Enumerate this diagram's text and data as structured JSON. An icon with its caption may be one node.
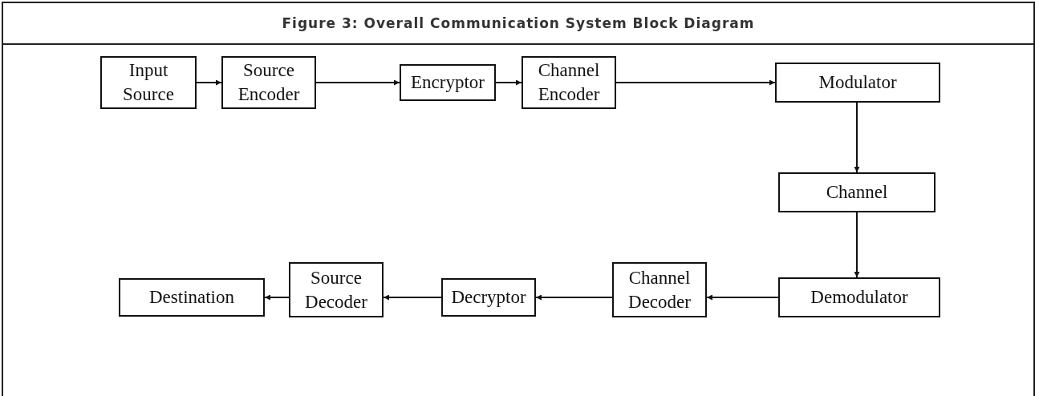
{
  "diagram": {
    "title": "Figure 3: Overall Communication System Block Diagram",
    "nodes": [
      {
        "text": [
          "Input Source"
        ]
      },
      {
        "text": [
          "Source Encoder"
        ]
      },
      {
        "text": [
          "Encryptor"
        ]
      },
      {
        "text": [
          "Channel Encoder"
        ]
      },
      {
        "text": [
          "Modulator"
        ]
      },
      {
        "text": [
          "Channel"
        ]
      },
      {
        "text": [
          "Demodulator"
        ]
      },
      {
        "text": [
          "Channel Decoder"
        ]
      },
      {
        "text": [
          "Decryptor"
        ]
      },
      {
        "text": [
          "Source Decoder"
        ]
      },
      {
        "text": [
          "Destination"
        ]
      }
    ],
    "edges": [
      {
        "from": 0,
        "to": 1,
        "arrow": "to"
      },
      {
        "from": 1,
        "to": 2,
        "arrow": "to"
      },
      {
        "from": 2,
        "to": 3,
        "arrow": "to"
      },
      {
        "from": 3,
        "to": 4,
        "arrow": "to"
      },
      {
        "from": 4,
        "to": 5,
        "arrow": "to"
      },
      {
        "from": 5,
        "to": 6,
        "arrow": "to"
      },
      {
        "from": 6,
        "to": 7,
        "arrow": "to"
      },
      {
        "from": 7,
        "to": 8,
        "arrow": "to"
      },
      {
        "from": 8,
        "to": 9,
        "arrow": "to"
      },
      {
        "from": 9,
        "to": 10,
        "arrow": "to"
      }
    ]
  }
}
